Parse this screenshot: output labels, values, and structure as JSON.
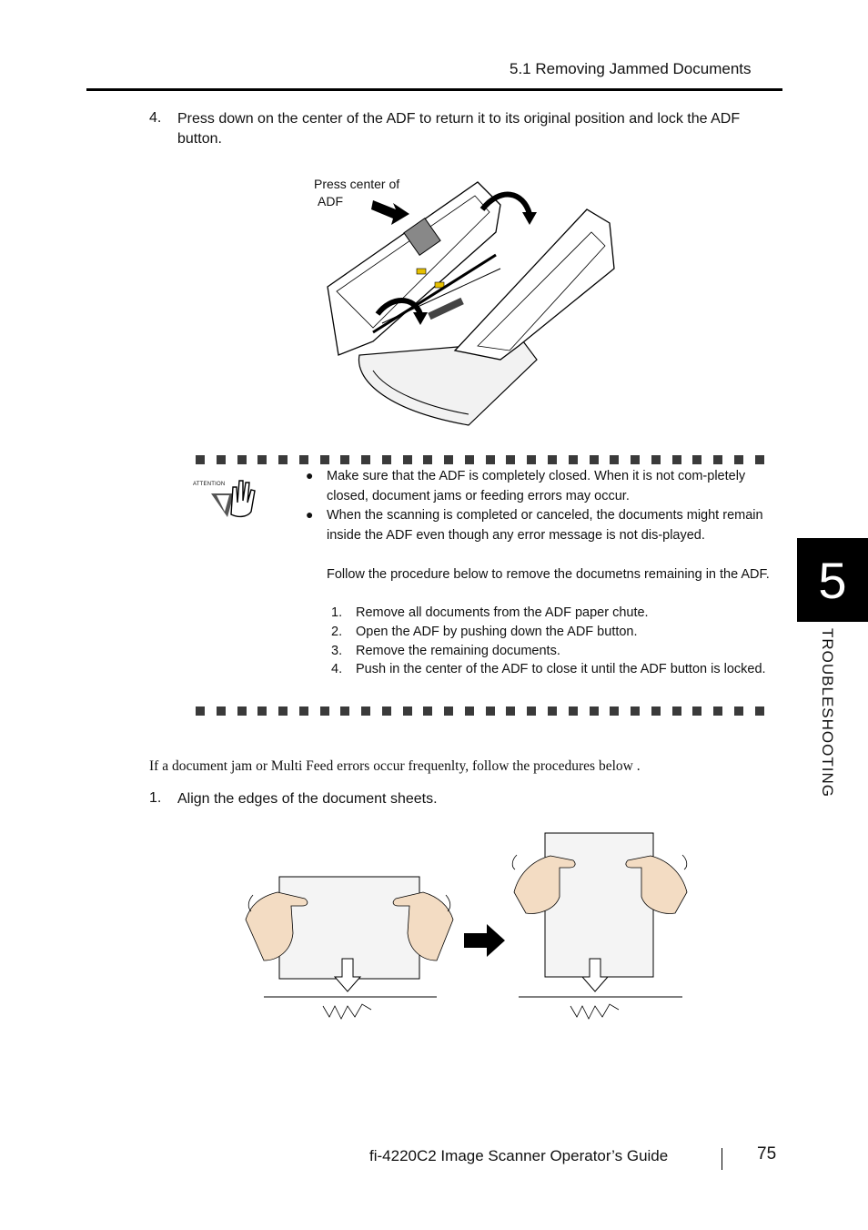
{
  "header": {
    "section_title": "5.1 Removing Jammed Documents"
  },
  "step4": {
    "number": "4.",
    "text": "Press down on the center of the ADF to return it to its original position and lock the ADF button."
  },
  "figure1": {
    "callout_line1": "Press center of",
    "callout_line2": "ADF"
  },
  "attention": {
    "icon_label": "ATTENTION",
    "bullet1": "Make sure that the ADF is completely closed. When it is not com-pletely closed, document jams or feeding errors may occur.",
    "bullet2": "When the scanning is completed or canceled, the documents might remain inside the ADF even though any error message is not dis-played.",
    "bullet2_follow": "Follow the procedure below to remove the documetns remaining in the ADF.",
    "substeps": [
      {
        "num": "1.",
        "text": "Remove all documents from the ADF paper chute."
      },
      {
        "num": "2.",
        "text": "Open the ADF by pushing down the ADF button."
      },
      {
        "num": "3.",
        "text": "Remove the remaining documents."
      },
      {
        "num": "4.",
        "text": "Push in the center of the ADF to close it until the ADF button is locked."
      }
    ]
  },
  "intro_paragraph": "If a document jam or Multi Feed errors occur frequenlty, follow the procedures below .",
  "step1": {
    "number": "1.",
    "text": "Align the edges of the document sheets."
  },
  "chapter_tab": {
    "number": "5",
    "label": "TROUBLESHOOTING"
  },
  "footer": {
    "guide_title": "fi-4220C2 Image Scanner Operator’s Guide",
    "page_number": "75"
  }
}
